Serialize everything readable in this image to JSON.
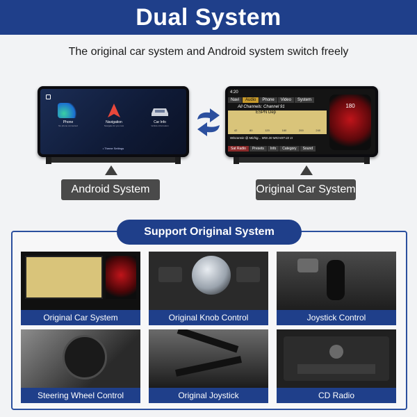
{
  "header": {
    "title": "Dual System"
  },
  "subtitle": "The original car system and Android system switch freely",
  "android_screen": {
    "apps": [
      {
        "label": "Phone",
        "sub": "No phone connected"
      },
      {
        "label": "Navigation",
        "sub": "Navigate for you now"
      },
      {
        "label": "Car Info",
        "sub": "Vehicle information"
      }
    ],
    "footer": "• Theme Settings"
  },
  "car_screen": {
    "time": "4:20",
    "tabs": [
      "Navi",
      "Audio",
      "Phone",
      "Video",
      "System"
    ],
    "active_tab": "Audio",
    "channel": "All Channels: Channel 91",
    "station": "ESPN Dep",
    "scale": [
      "42",
      "80",
      "120",
      "160",
      "200",
      "240"
    ],
    "now_playing": "Wisconsin @ Michig... WIS-20 MICHST-22 1I",
    "bottom_tabs": [
      "Sat Radio",
      "Presets",
      "Info",
      "Category",
      "Sound"
    ],
    "gauge_value": "180"
  },
  "labels": {
    "android": "Android System",
    "original": "Original Car System"
  },
  "support": {
    "title": "Support Original System",
    "tiles": [
      {
        "caption": "Original Car System"
      },
      {
        "caption": "Original Knob Control"
      },
      {
        "caption": "Joystick Control"
      },
      {
        "caption": "Steering Wheel Control"
      },
      {
        "caption": "Original Joystick"
      },
      {
        "caption": "CD Radio"
      }
    ]
  },
  "colors": {
    "brand_blue": "#1f3f8a",
    "label_gray": "#4a4a4a",
    "frame_blue": "#2b4f9e"
  }
}
